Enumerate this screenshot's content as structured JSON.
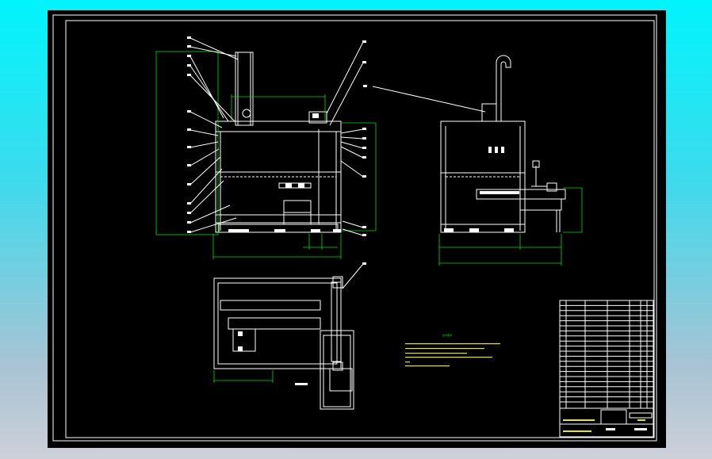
{
  "viewer": {
    "background_top": "#00f4fc",
    "background_bottom": "#cdd0d8",
    "canvas_color": "#000000"
  },
  "drawing": {
    "line_color": "#ffffff",
    "dimension_color": "#00dd00",
    "note_color": "#00dd00",
    "views": [
      "front-view",
      "side-view",
      "top-view"
    ],
    "technical_requirements": {
      "heading": "技术要求"
    },
    "title_block": {
      "parts_list_rows": 20
    }
  }
}
